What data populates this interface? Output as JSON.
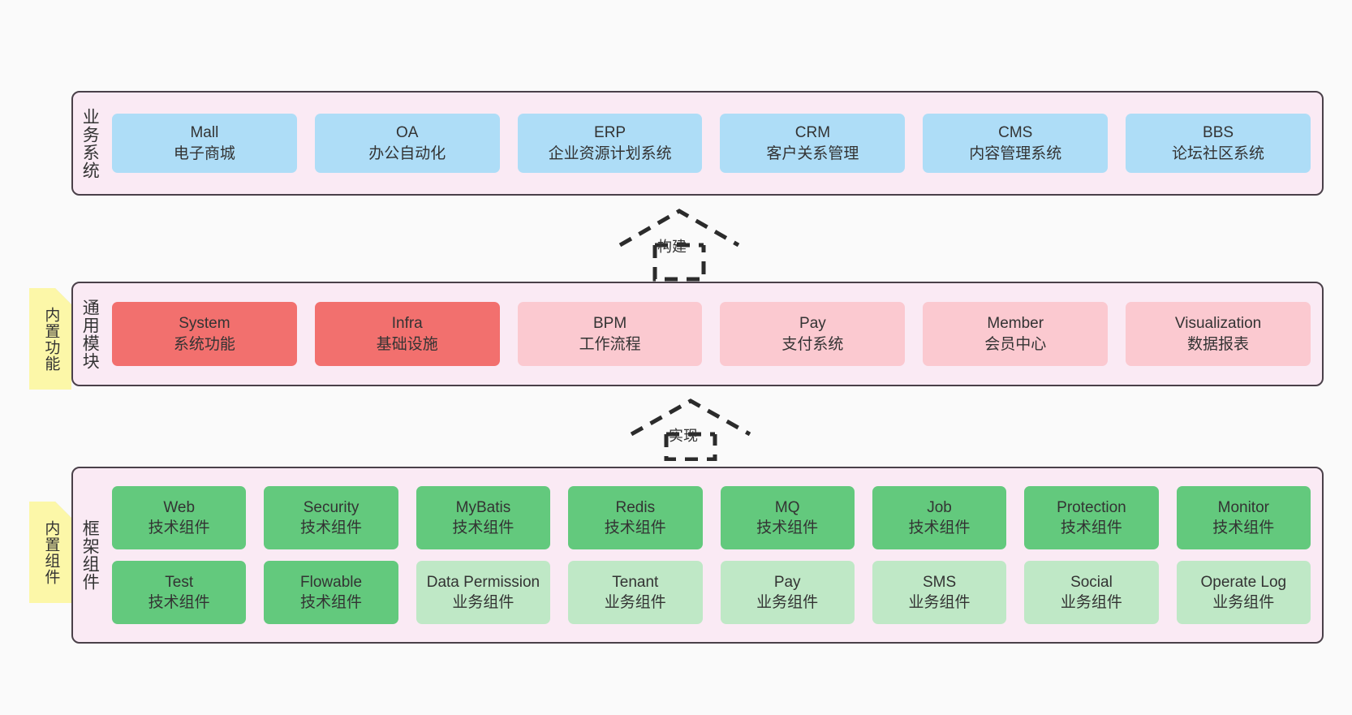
{
  "diagram": {
    "background_color": "#fafafa",
    "panel_color": "#FAEAF4",
    "panel_border_color": "#4A4049",
    "note_color": "#FCF7A8"
  },
  "layers": [
    {
      "id": "business",
      "title": "业务系统",
      "card_color": "#AEDDF7",
      "rows": [
        {
          "cards": [
            {
              "en": "Mall",
              "cn": "电子商城",
              "color": "#AEDDF7"
            },
            {
              "en": "OA",
              "cn": "办公自动化",
              "color": "#AEDDF7"
            },
            {
              "en": "ERP",
              "cn": "企业资源计划系统",
              "color": "#AEDDF7"
            },
            {
              "en": "CRM",
              "cn": "客户关系管理",
              "color": "#AEDDF7"
            },
            {
              "en": "CMS",
              "cn": "内容管理系统",
              "color": "#AEDDF7"
            },
            {
              "en": "BBS",
              "cn": "论坛社区系统",
              "color": "#AEDDF7"
            }
          ]
        }
      ]
    },
    {
      "id": "common",
      "title": "通用模块",
      "rows": [
        {
          "cards": [
            {
              "en": "System",
              "cn": "系统功能",
              "color": "#F2706E"
            },
            {
              "en": "Infra",
              "cn": "基础设施",
              "color": "#F2706E"
            },
            {
              "en": "BPM",
              "cn": "工作流程",
              "color": "#FBC9D0"
            },
            {
              "en": "Pay",
              "cn": "支付系统",
              "color": "#FBC9D0"
            },
            {
              "en": "Member",
              "cn": "会员中心",
              "color": "#FBC9D0"
            },
            {
              "en": "Visualization",
              "cn": "数据报表",
              "color": "#FBC9D0"
            }
          ]
        }
      ]
    },
    {
      "id": "framework",
      "title": "框架组件",
      "rows": [
        {
          "cards": [
            {
              "en": "Web",
              "cn": "技术组件",
              "color": "#63C97D"
            },
            {
              "en": "Security",
              "cn": "技术组件",
              "color": "#63C97D"
            },
            {
              "en": "MyBatis",
              "cn": "技术组件",
              "color": "#63C97D"
            },
            {
              "en": "Redis",
              "cn": "技术组件",
              "color": "#63C97D"
            },
            {
              "en": "MQ",
              "cn": "技术组件",
              "color": "#63C97D"
            },
            {
              "en": "Job",
              "cn": "技术组件",
              "color": "#63C97D"
            },
            {
              "en": "Protection",
              "cn": "技术组件",
              "color": "#63C97D"
            },
            {
              "en": "Monitor",
              "cn": "技术组件",
              "color": "#63C97D"
            }
          ]
        },
        {
          "cards": [
            {
              "en": "Test",
              "cn": "技术组件",
              "color": "#63C97D"
            },
            {
              "en": "Flowable",
              "cn": "技术组件",
              "color": "#63C97D"
            },
            {
              "en": "Data Permission",
              "cn": "业务组件",
              "color": "#BFE8C6"
            },
            {
              "en": "Tenant",
              "cn": "业务组件",
              "color": "#BFE8C6"
            },
            {
              "en": "Pay",
              "cn": "业务组件",
              "color": "#BFE8C6"
            },
            {
              "en": "SMS",
              "cn": "业务组件",
              "color": "#BFE8C6"
            },
            {
              "en": "Social",
              "cn": "业务组件",
              "color": "#BFE8C6"
            },
            {
              "en": "Operate Log",
              "cn": "业务组件",
              "color": "#BFE8C6"
            }
          ]
        }
      ]
    }
  ],
  "notes": [
    {
      "id": "builtin-features",
      "text": "内置功能"
    },
    {
      "id": "builtin-components",
      "text": "内置组件"
    }
  ],
  "connectors": [
    {
      "id": "build",
      "label": "构建",
      "style": "dashed-generalization-up"
    },
    {
      "id": "realize",
      "label": "实现",
      "style": "dashed-generalization-up"
    }
  ]
}
